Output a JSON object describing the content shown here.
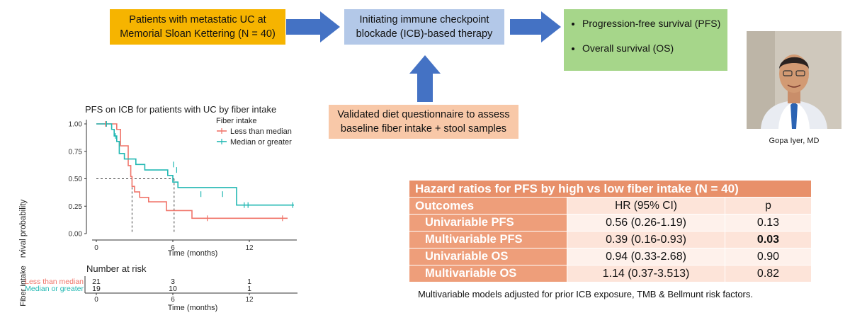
{
  "flow": {
    "patients_line1": "Patients with metastatic UC at",
    "patients_line2": "Memorial Sloan Kettering (N = 40)",
    "icb_line1": "Initiating immune checkpoint",
    "icb_line2": "blockade (ICB)-based therapy",
    "outcomes": [
      "Progression-free survival (PFS)",
      "Overall survival (OS)"
    ],
    "diet_line1": "Validated diet questionnaire to assess",
    "diet_line2": "baseline fiber intake + stool samples"
  },
  "photo": {
    "caption": "Gopa Iyer, MD"
  },
  "chart_data": [
    {
      "type": "line",
      "title": "PFS on ICB for patients with UC by fiber intake",
      "xlabel": "Time (months)",
      "ylabel": "Survival probability",
      "xlim": [
        0,
        15.5
      ],
      "ylim": [
        0,
        1
      ],
      "x_ticks": [
        0,
        6,
        12
      ],
      "y_ticks": [
        "0.00",
        "0.25",
        "0.50",
        "0.75",
        "1.00"
      ],
      "legend_title": "Fiber intake",
      "legend_position": "top-right",
      "median_x": [
        2.8,
        6.1
      ],
      "series": [
        {
          "name": "Less than median",
          "color": "#f0756a",
          "x": [
            0,
            1.6,
            1.9,
            2.5,
            2.7,
            2.8,
            3.0,
            3.4,
            4.1,
            5.5,
            7.5,
            15.0
          ],
          "y": [
            1.0,
            0.95,
            0.8,
            0.62,
            0.52,
            0.43,
            0.38,
            0.33,
            0.29,
            0.21,
            0.14,
            0.14
          ],
          "censored": [
            [
              0.7,
              1.0
            ],
            [
              8.7,
              0.14
            ],
            [
              14.6,
              0.14
            ]
          ]
        },
        {
          "name": "Median or greater",
          "color": "#22b8b3",
          "x": [
            0,
            1.2,
            1.4,
            1.6,
            1.8,
            2.2,
            3.1,
            3.8,
            5.6,
            6.0,
            6.4,
            11.0,
            15.5
          ],
          "y": [
            1.0,
            0.95,
            0.89,
            0.84,
            0.73,
            0.68,
            0.63,
            0.58,
            0.53,
            0.47,
            0.42,
            0.26,
            0.26
          ],
          "censored": [
            [
              0.8,
              1.0
            ],
            [
              1.5,
              0.89
            ],
            [
              6.05,
              0.63
            ],
            [
              6.3,
              0.58
            ],
            [
              8.2,
              0.36
            ],
            [
              9.9,
              0.36
            ],
            [
              11.6,
              0.26
            ],
            [
              11.9,
              0.26
            ],
            [
              15.4,
              0.26
            ]
          ]
        }
      ]
    },
    {
      "type": "table",
      "title": "Number at risk",
      "ylabel": "Fiber intake",
      "xlabel": "Time (months)",
      "x_ticks": [
        0,
        6,
        12
      ],
      "rows": [
        {
          "label": "Less than median",
          "color": "#f0756a",
          "values": [
            "21",
            "3",
            "1"
          ]
        },
        {
          "label": "Median or greater",
          "color": "#22b8b3",
          "values": [
            "19",
            "10",
            "1"
          ]
        }
      ]
    },
    {
      "type": "table",
      "title": "Hazard ratios for PFS by high vs low fiber intake (N = 40)",
      "columns": [
        "Outcomes",
        "HR (95% CI)",
        "p"
      ],
      "rows": [
        {
          "label": "Univariable PFS",
          "hr": "0.56 (0.26-1.19)",
          "p": "0.13",
          "bold_p": false
        },
        {
          "label": "Multivariable PFS",
          "hr": "0.39 (0.16-0.93)",
          "p": "0.03",
          "bold_p": true
        },
        {
          "label": "Univariable OS",
          "hr": "0.94 (0.33-2.68)",
          "p": "0.90",
          "bold_p": false
        },
        {
          "label": "Multivariable OS",
          "hr": "1.14 (0.37-3.513)",
          "p": "0.82",
          "bold_p": false
        }
      ],
      "footnote": "Multivariable models adjusted for prior ICB exposure, TMB & Bellmunt risk factors."
    }
  ],
  "colors": {
    "arrow": "#4472c4",
    "accent_orange": "#ee9e7a"
  }
}
